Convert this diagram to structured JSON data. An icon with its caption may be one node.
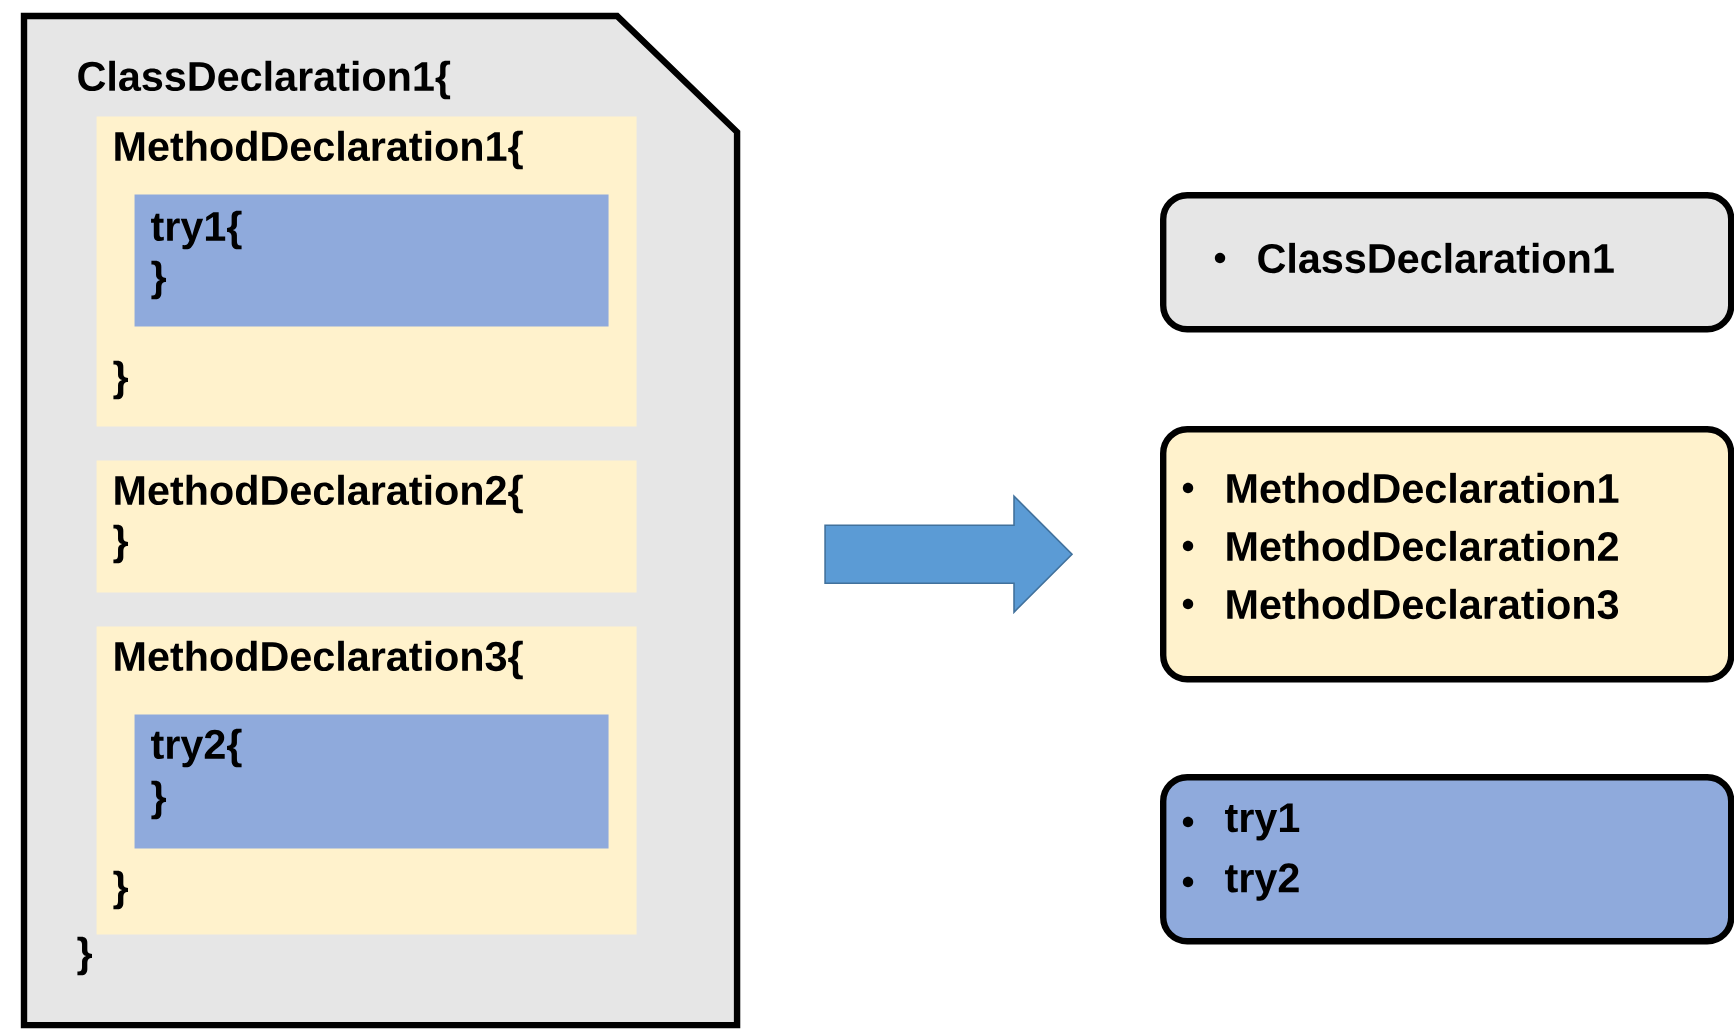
{
  "diagram": {
    "nodes": [
      {
        "text": [
          "ClassDeclaration1{",
          "}"
        ]
      },
      {
        "text": [
          "MethodDeclaration1{",
          "}"
        ],
        "in": 0
      },
      {
        "text": [
          "try1{",
          "}"
        ],
        "in": 1
      },
      {
        "text": [
          "MethodDeclaration2{",
          "}"
        ],
        "in": 0
      },
      {
        "text": [
          "MethodDeclaration3{",
          "}"
        ],
        "in": 0
      },
      {
        "text": [
          "try2{",
          "}"
        ],
        "in": 4
      },
      {
        "text": [
          "ClassDeclaration1"
        ]
      },
      {
        "text": [
          "MethodDeclaration1",
          "MethodDeclaration2",
          "MethodDeclaration3"
        ]
      },
      {
        "text": [
          "try1",
          "try2"
        ]
      }
    ],
    "edges": [
      {
        "from": 0,
        "to": 7,
        "arrow": "to",
        "style": "thick"
      }
    ]
  }
}
